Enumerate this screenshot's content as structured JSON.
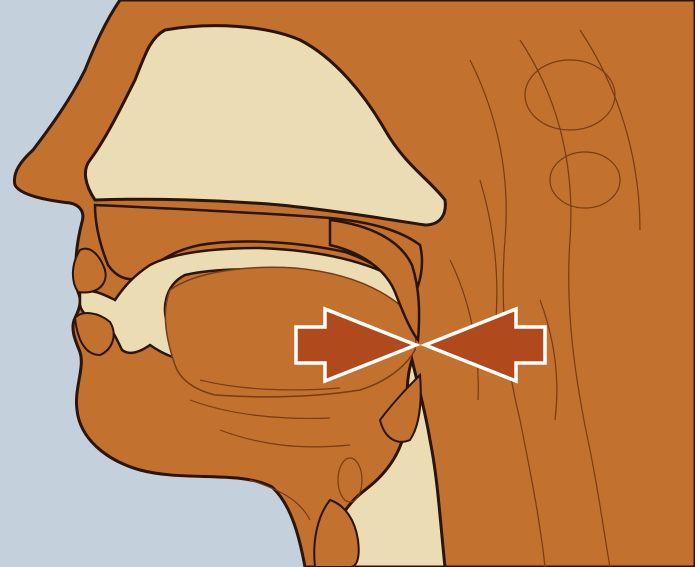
{
  "figure": {
    "subject": "sagittal-section-head-and-neck",
    "colors": {
      "background": "#c4d0dc",
      "tissue": "#c2712f",
      "cavity": "#ecdcb3",
      "outline": "#2a1506",
      "detail_line": "#7a3c12",
      "arrow_fill": "#b04a1c",
      "arrow_outline": "#ffffff"
    },
    "arrows": [
      {
        "name": "front-arrow",
        "direction": "right"
      },
      {
        "name": "back-arrow",
        "direction": "left"
      }
    ]
  }
}
